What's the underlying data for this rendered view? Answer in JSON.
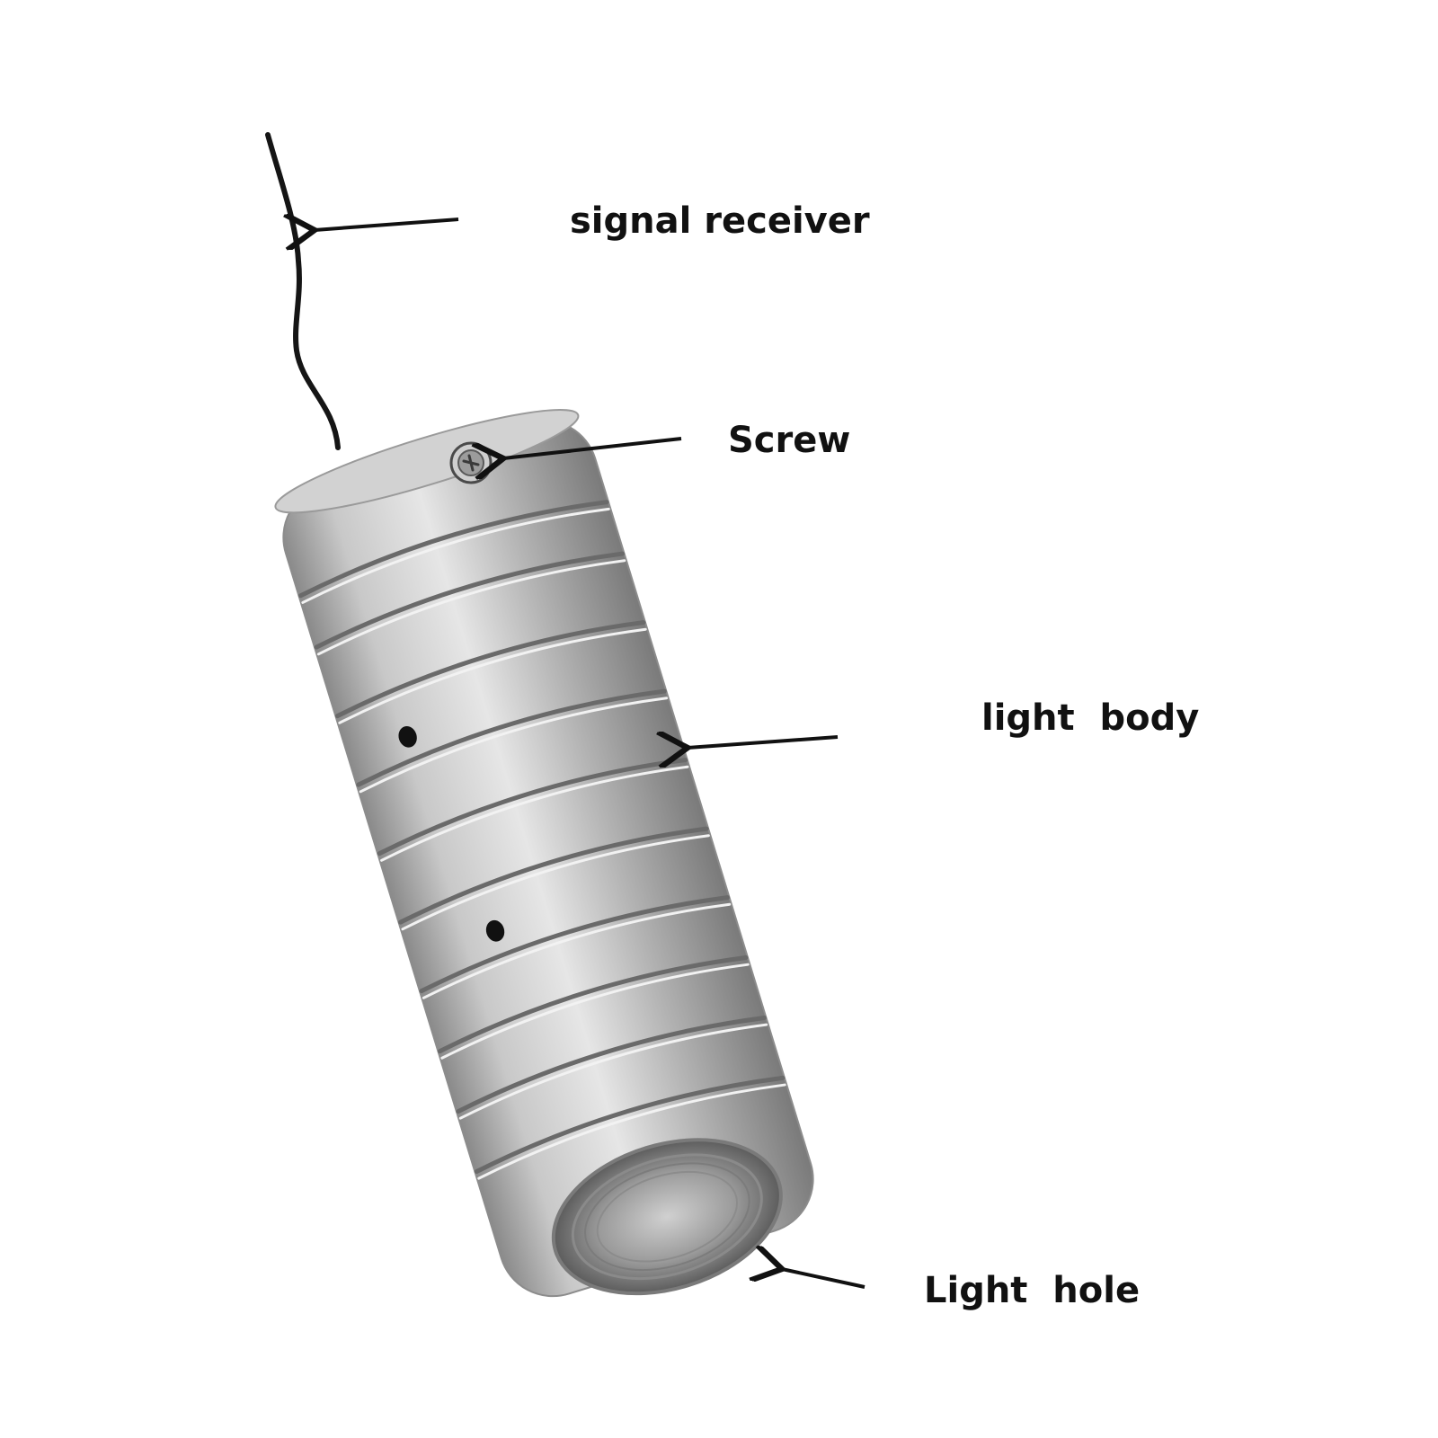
{
  "labels": {
    "signal_receiver": "signal receiver",
    "screw": "Screw",
    "light_body": "light  body",
    "light_hole": "Light  hole"
  },
  "colors": {
    "background": "#ffffff",
    "text": "#111111",
    "arrow": "#111111",
    "metal_light": "#d9d9d9",
    "metal_mid": "#a8a8a8",
    "metal_dark": "#6e6e6e",
    "wire": "#151515"
  }
}
